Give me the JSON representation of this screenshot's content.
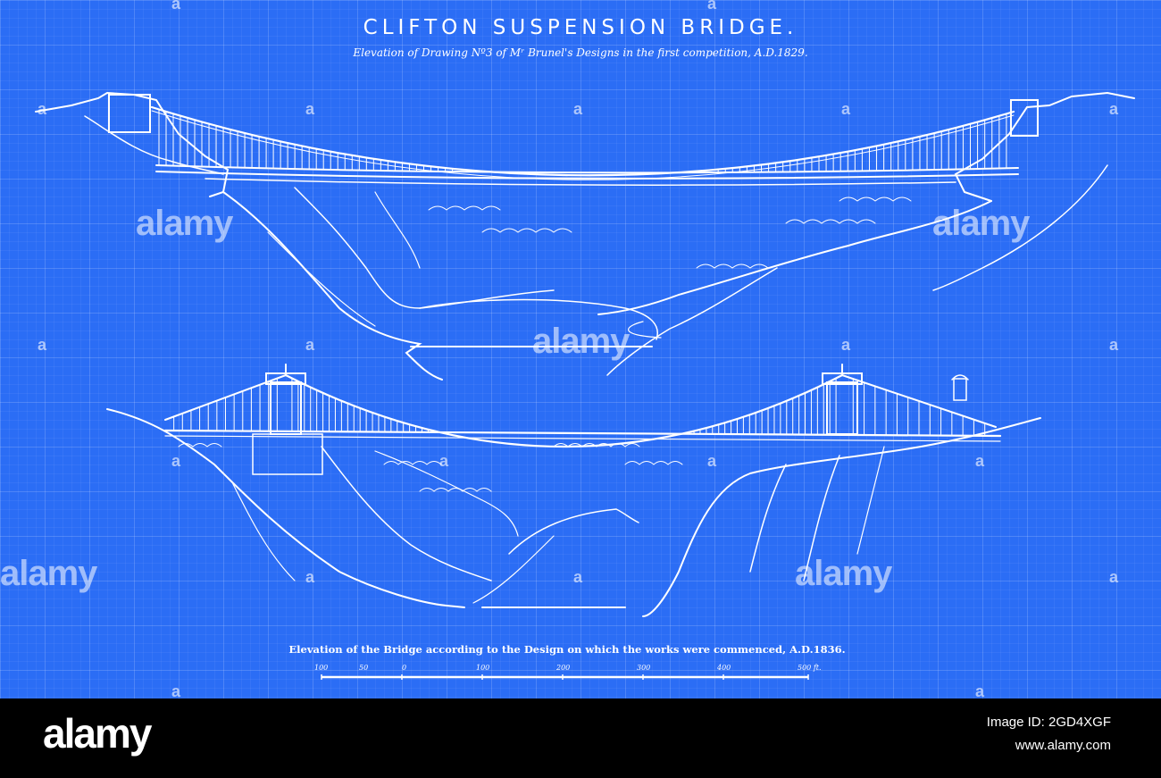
{
  "drawing": {
    "title": "CLIFTON SUSPENSION BRIDGE.",
    "subtitle": "Elevation of Drawing Nº3 of Mʳ Brunel's Designs in the first competition, A.D.1829.",
    "lower_caption": "Elevation of the Bridge according to the Design on which the works were commenced, A.D.1836.",
    "scale_labels": [
      "100",
      "50",
      "0",
      "100",
      "200",
      "300",
      "400",
      "500 ft."
    ]
  },
  "watermark": {
    "text": "alamy",
    "letter": "a"
  },
  "footer": {
    "brand": "alamy",
    "image_id": "Image ID: 2GD4XGF",
    "site": "www.alamy.com"
  },
  "colors": {
    "blueprint": "#2b6df5",
    "ink": "#ffffff",
    "footer": "#000000"
  }
}
